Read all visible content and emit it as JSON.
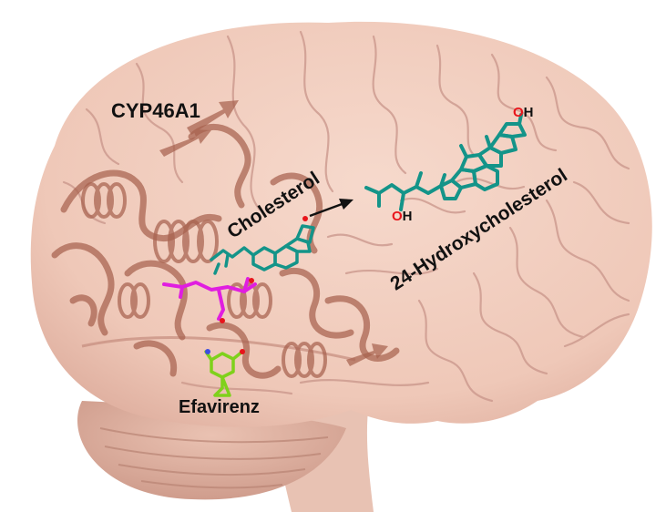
{
  "labels": {
    "protein": "CYP46A1",
    "substrate": "Cholesterol",
    "product": "24-Hydroxycholesterol",
    "drug": "Efavirenz",
    "hydroxyl_top": "OH",
    "hydroxyl_side": "OH"
  },
  "colors": {
    "brain_fill": "#f1cdbf",
    "brain_shadow": "#d9a99a",
    "cerebellum_fill": "#e2b6a6",
    "brainstem_fill": "#e8c2b3",
    "protein_ribbon": "#a8624f",
    "cholesterol": "#149489",
    "efavirenz": "#7fd11b",
    "ligand_magenta": "#e01ee0",
    "oxygen": "#e8141b",
    "arrow": "#111111"
  },
  "icons": {
    "brain": "brain-illustration",
    "protein": "protein-ribbon-structure",
    "arrow": "reaction-arrow"
  }
}
